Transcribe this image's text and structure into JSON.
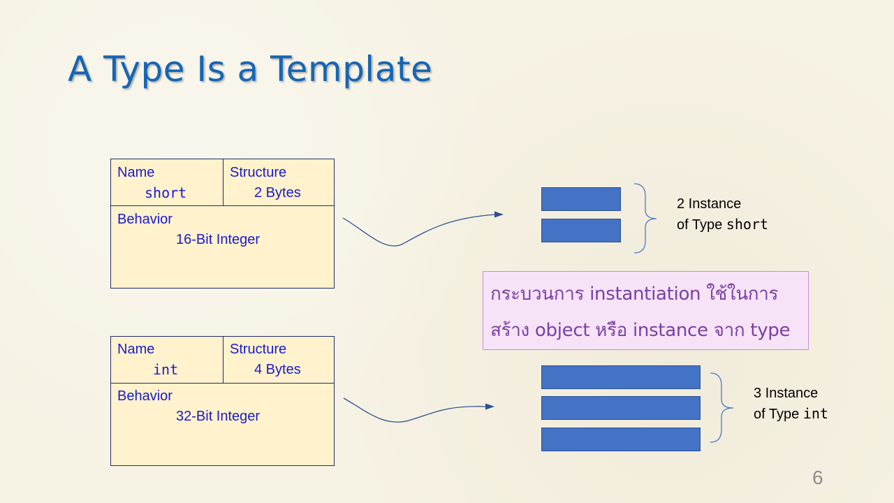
{
  "slide": {
    "title": "A Type Is a Template",
    "page_number": "6"
  },
  "types": [
    {
      "name_label": "Name",
      "name_value": "short",
      "structure_label": "Structure",
      "structure_value": "2 Bytes",
      "behavior_label": "Behavior",
      "behavior_value": "16-Bit Integer",
      "caption_line1": "2 Instance",
      "caption_prefix": "of Type",
      "caption_type": "short"
    },
    {
      "name_label": "Name",
      "name_value": "int",
      "structure_label": "Structure",
      "structure_value": "4 Bytes",
      "behavior_label": "Behavior",
      "behavior_value": "32-Bit Integer",
      "caption_line1": "3 Instance",
      "caption_prefix": "of Type",
      "caption_type": "int"
    }
  ],
  "note": {
    "line1": "กระบวนการ instantiation ใช้ในการ",
    "line2": "สร้าง object หรือ instance จาก type"
  },
  "colors": {
    "title": "#1565b5",
    "card_fill": "#fff2cc",
    "card_text": "#1a1acc",
    "instance_fill": "#4472c4",
    "note_fill": "#f7e3f7",
    "note_text": "#7a3fa6"
  }
}
